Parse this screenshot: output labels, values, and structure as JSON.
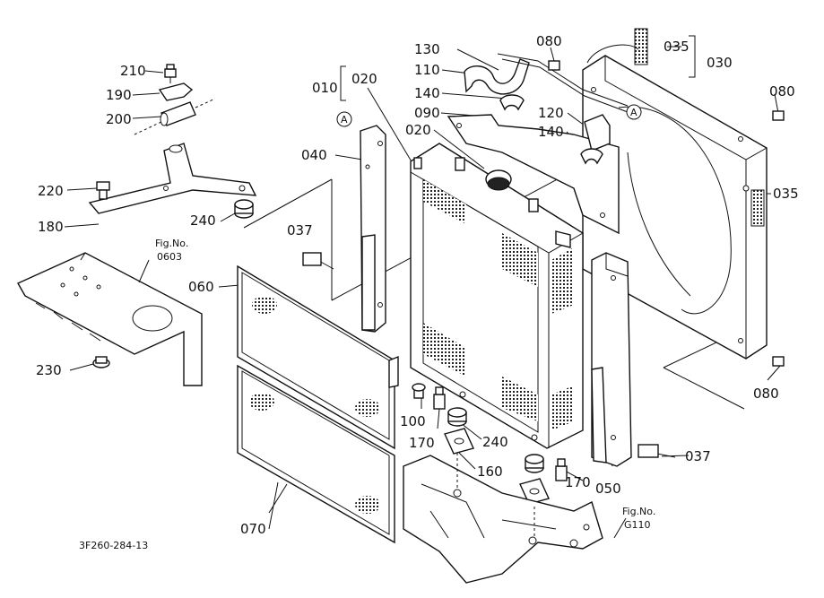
{
  "diagram": {
    "drawing_number": "3F260-284-13",
    "callouts": {
      "c010": "010",
      "c020a": "020",
      "c020b": "020",
      "c030": "030",
      "c035a": "035",
      "c035b": "035",
      "c037a": "037",
      "c037b": "037",
      "c040": "040",
      "c050": "050",
      "c060": "060",
      "c070": "070",
      "c080a": "080",
      "c080b": "080",
      "c080c": "080",
      "c090": "090",
      "c100": "100",
      "c110": "110",
      "c120": "120",
      "c130": "130",
      "c140a": "140",
      "c140b": "140",
      "c160": "160",
      "c170a": "170",
      "c170b": "170",
      "c180": "180",
      "c190": "190",
      "c200": "200",
      "c210": "210",
      "c220": "220",
      "c230": "230",
      "c240a": "240",
      "c240b": "240"
    },
    "markers": {
      "a_left": "A",
      "a_right": "A"
    },
    "figure_refs": {
      "left_label": "Fig.No.",
      "left_number": "0603",
      "right_label": "Fig.No.",
      "right_number": "G110"
    }
  }
}
